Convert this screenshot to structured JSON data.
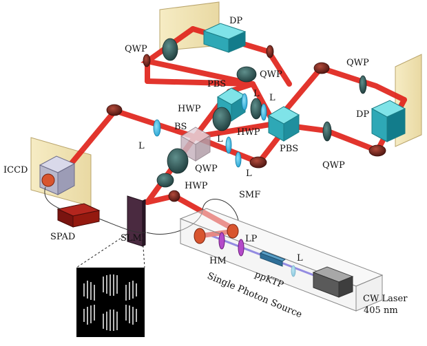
{
  "labels": {
    "dp_top": "DP",
    "qwp_top_left": "QWP",
    "qwp_top_mid": "QWP",
    "pbs_left": "PBS",
    "l_top_1": "L",
    "l_top_2": "L",
    "hwp_left": "HWP",
    "hwp_mid": "HWP",
    "bs": "BS",
    "l_left": "L",
    "l_bs": "L",
    "l_lower": "L",
    "qwp_center": "QWP",
    "hwp_lower": "HWP",
    "pbs_right": "PBS",
    "qwp_right_top": "QWP",
    "dp_right": "DP",
    "qwp_right_bottom": "QWP",
    "iccd": "ICCD",
    "spad": "SPAD",
    "slm": "SLM",
    "smf": "SMF",
    "lp": "LP",
    "hm": "HM",
    "ppktp": "ppKTP",
    "l_source": "L",
    "source_title": "Single Photon Source",
    "laser_line1": "CW Laser",
    "laser_line2": "405 nm"
  },
  "colors": {
    "beam": "#e0241c",
    "uv_beam": "#3a2bd6",
    "lens": "#2ab8e6",
    "waveplate": "#2f5a5a",
    "cube": "#3ec7cf",
    "screen": "#f3e6b8"
  }
}
